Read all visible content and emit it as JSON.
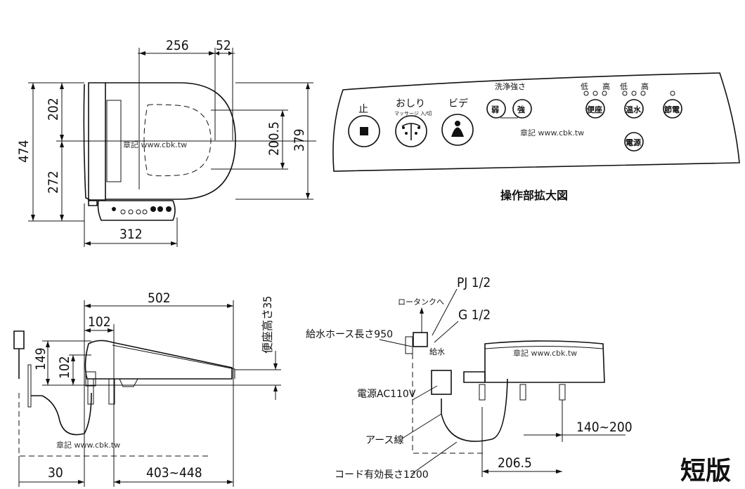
{
  "top_view": {
    "dims": {
      "width_seat": "256",
      "offset": "52",
      "height_total": "474",
      "upper": "202",
      "lower": "272",
      "hole": "200.5",
      "length": "379",
      "base_width": "312"
    },
    "watermark": "章記 www.cbk.tw"
  },
  "panel": {
    "buttons": {
      "stop": "止",
      "oshiri": "おしり",
      "massage": "マッサージ 入/切",
      "bidet": "ビデ",
      "strength_title": "洗浄強さ",
      "weak": "弱",
      "strong": "強",
      "low1": "低",
      "high1": "高",
      "low2": "低",
      "high2": "高",
      "seat": "便座",
      "warm_water": "温水",
      "save": "節電",
      "power": "電源"
    },
    "caption": "操作部拡大図",
    "watermark": "章記 www.cbk.tw"
  },
  "side_view": {
    "dims": {
      "length": "502",
      "d102a": "102",
      "d149": "149",
      "d102b": "102",
      "seat_height": "便座高さ35",
      "d30": "30",
      "range": "403~448"
    },
    "watermark": "章記 www.cbk.tw"
  },
  "install_view": {
    "labels": {
      "pj": "PJ 1/2",
      "lowtank": "ロータンクへ",
      "g": "G 1/2",
      "hose": "給水ホース長さ950",
      "supply": "給水",
      "power": "電源AC110V",
      "earth": "アース線",
      "cord": "コード有効長さ1200"
    },
    "dims": {
      "range": "140~200",
      "d206": "206.5"
    },
    "watermark": "章記 www.cbk.tw"
  },
  "version_label": "短版"
}
